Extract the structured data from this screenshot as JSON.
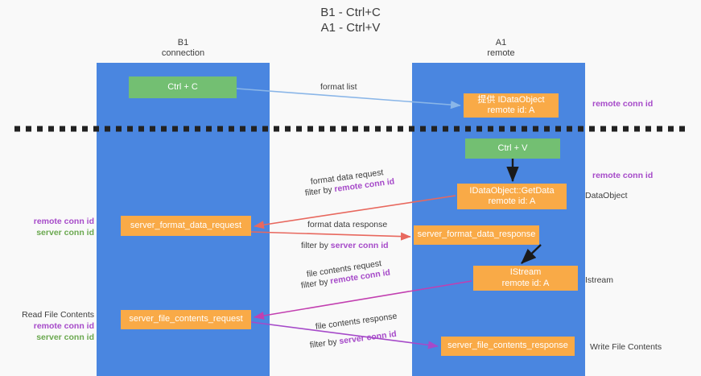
{
  "title": {
    "line1": "B1 - Ctrl+C",
    "line2": "A1 - Ctrl+V"
  },
  "colors": {
    "column": "#4a86e0",
    "node_green": "#73bf72",
    "node_orange": "#f9aa47",
    "accent_purple": "#a64ac9",
    "accent_green": "#6aa84f",
    "arrow_blue": "#8ab6e8",
    "arrow_red": "#e8685e",
    "arrow_black": "#1a1a1a",
    "arrow_magenta": "#c23fb0",
    "arrow_violet": "#a64ac9",
    "background": "#f9f9f9"
  },
  "columns": [
    {
      "id": "b1",
      "name": "B1",
      "role": "connection"
    },
    {
      "id": "a1",
      "name": "A1",
      "role": "remote"
    }
  ],
  "nodes": {
    "ctrl_c": {
      "label": "Ctrl + C",
      "style": "green"
    },
    "idataobject": {
      "line1": "提供 IDataObject",
      "line2": "remote id: A",
      "style": "orange"
    },
    "ctrl_v": {
      "label": "Ctrl + V",
      "style": "green"
    },
    "getdata": {
      "line1": "IDataObject::GetData",
      "line2": "remote id: A",
      "style": "orange"
    },
    "server_format_data_request": {
      "label": "server_format_data_request",
      "style": "orange"
    },
    "server_format_data_response": {
      "label": "server_format_data_response",
      "style": "orange"
    },
    "istream": {
      "line1": "IStream",
      "line2": "remote id: A",
      "style": "orange"
    },
    "server_file_contents_request": {
      "label": "server_file_contents_request",
      "style": "orange"
    },
    "server_file_contents_response": {
      "label": "server_file_contents_response",
      "style": "orange"
    }
  },
  "edges": {
    "format_list": {
      "label": "format list"
    },
    "format_data_request": {
      "label": "format data request",
      "filter_prefix": "filter by ",
      "filter_key": "remote conn id"
    },
    "format_data_response": {
      "label": "format data response",
      "filter_prefix": "filter by ",
      "filter_key": "server conn id"
    },
    "file_contents_request": {
      "label": "file contents request",
      "filter_prefix": "filter by ",
      "filter_key": "remote conn id"
    },
    "file_contents_response": {
      "label": "file contents response",
      "filter_prefix": "filter by ",
      "filter_key": "server conn id"
    }
  },
  "right_labels": {
    "remote_conn_id_top": "remote conn id",
    "remote_conn_id_mid": "remote conn id",
    "dataobject": "DataObject",
    "istream": "Istream",
    "write_file_contents": "Write File Contents"
  },
  "left_labels": {
    "mid_remote": "remote conn id",
    "mid_server": "server conn id",
    "read_file_contents": "Read File Contents",
    "bottom_remote": "remote conn id",
    "bottom_server": "server conn id"
  }
}
